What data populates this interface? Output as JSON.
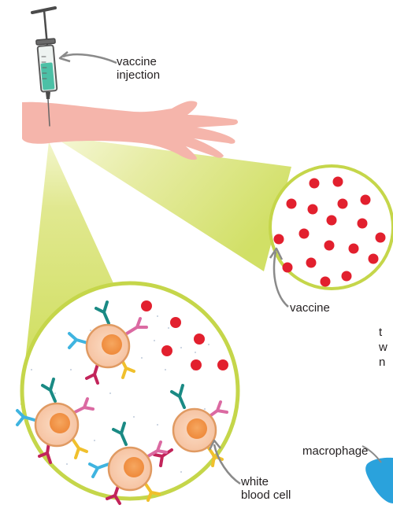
{
  "labels": {
    "injection_line1": "vaccine",
    "injection_line2": "injection",
    "vaccine": "vaccine",
    "wbc_line1": "white",
    "wbc_line2": "blood cell",
    "macrophage": "macrophage",
    "frag1": "t",
    "frag2": "w",
    "frag3": "n"
  },
  "colors": {
    "arm": "#f5b5ab",
    "beam": "#d7e26f",
    "circle_border": "#c5d64a",
    "vaccine_particle": "#e2202e",
    "cell_body": "#f9cdb0",
    "cell_nucleus": "#f39a53",
    "cell_membrane": "#e09a62",
    "receptor_teal": "#1a8a84",
    "receptor_pink": "#db6aa2",
    "receptor_blue": "#3fb4e0",
    "receptor_yellow": "#f0c02c",
    "receptor_crimson": "#c2245a",
    "macrophage": "#2aa2dc",
    "syringe_liquid": "#4cc0a6",
    "arrow_gray": "#8a8a8a"
  },
  "icons": [
    "syringe-icon",
    "arm-icon",
    "white-blood-cell-icon",
    "vaccine-particle-icon",
    "macrophage-icon"
  ]
}
